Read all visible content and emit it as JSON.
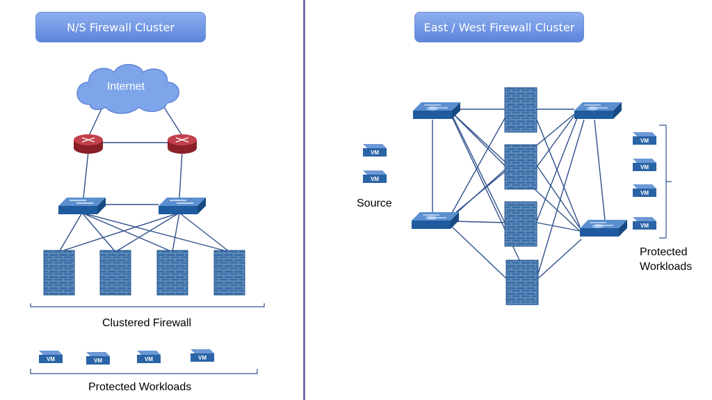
{
  "left_panel": {
    "title": "N/S Firewall Cluster",
    "internet_label": "Internet",
    "firewall_group_label": "Clustered Firewall",
    "workloads_label": "Protected Workloads",
    "vm_label": "VM"
  },
  "right_panel": {
    "title": "East / West Firewall Cluster",
    "source_label": "Source",
    "workloads_label": "Protected\nWorkloads",
    "workloads_line1": "Protected",
    "workloads_line2": "Workloads",
    "vm_label": "VM"
  },
  "colors": {
    "title_fill": "#6f95e6",
    "device_blue": "#2e6db0",
    "router_red": "#b3303a",
    "link": "#2d4f8a",
    "divider": "#7b6aa8"
  }
}
